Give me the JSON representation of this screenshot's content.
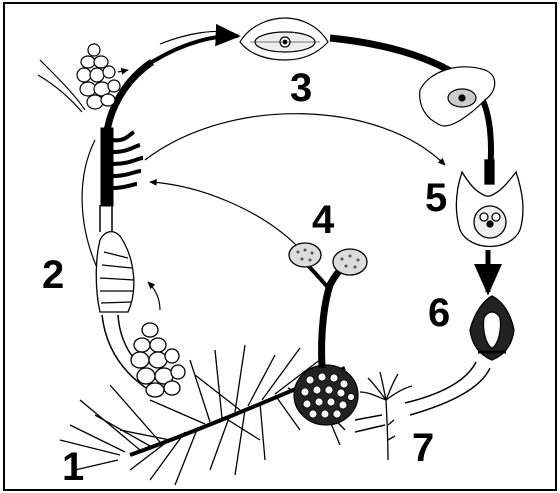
{
  "labels": {
    "stage_1": "1",
    "stage_2": "2",
    "stage_3": "3",
    "stage_4": "4",
    "stage_5": "5",
    "stage_6": "6",
    "stage_7": "7"
  },
  "colors": {
    "ink": "#000000",
    "paper": "#ffffff",
    "stipple": "#bbbbbb"
  }
}
